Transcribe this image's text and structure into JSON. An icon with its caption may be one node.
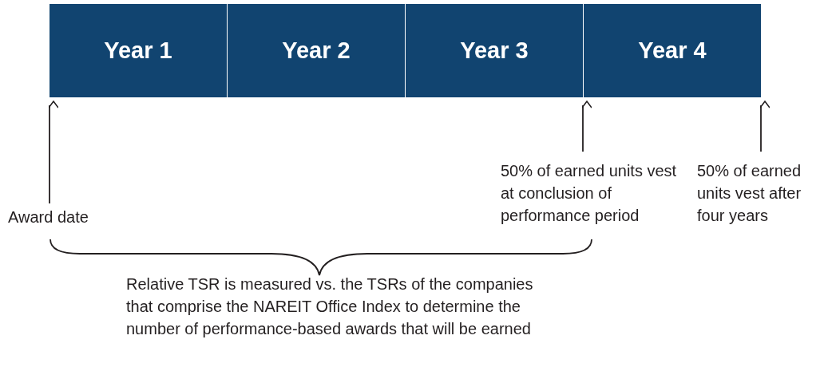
{
  "diagram": {
    "nodes": [
      {
        "text": [
          "Year 1"
        ]
      },
      {
        "text": [
          "Year 2"
        ]
      },
      {
        "text": [
          "Year 3"
        ]
      },
      {
        "text": [
          "Year 4"
        ]
      },
      {
        "text": [
          "Award date"
        ]
      },
      {
        "text": [
          "50% of earned units vest at conclusion of performance period"
        ]
      },
      {
        "text": [
          "50% of earned units vest after four years"
        ]
      }
    ],
    "edges": [
      {
        "from": 4,
        "to": 0,
        "arrow": "to"
      },
      {
        "from": 5,
        "to": 2,
        "arrow": "to"
      },
      {
        "from": 6,
        "to": 3,
        "arrow": "to"
      }
    ],
    "labels": [
      "Relative TSR is measured vs. the TSRs of the companies that comprise the NAREIT Office Index to determine the number of performance-based awards that will be earned"
    ]
  }
}
